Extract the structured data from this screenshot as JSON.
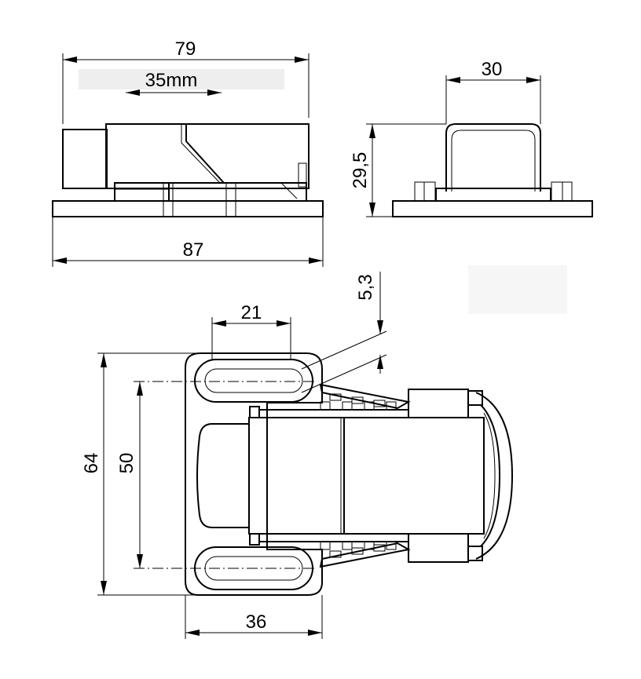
{
  "dimensions": {
    "top_width": "79",
    "top_hole_spacing": "35mm",
    "top_base_length": "87",
    "side_width": "30",
    "side_height": "29,5",
    "plan_slot_length": "21",
    "plan_offset": "5,3",
    "plan_overall_height": "64",
    "plan_hole_spacing": "50",
    "plan_base_width": "36"
  }
}
